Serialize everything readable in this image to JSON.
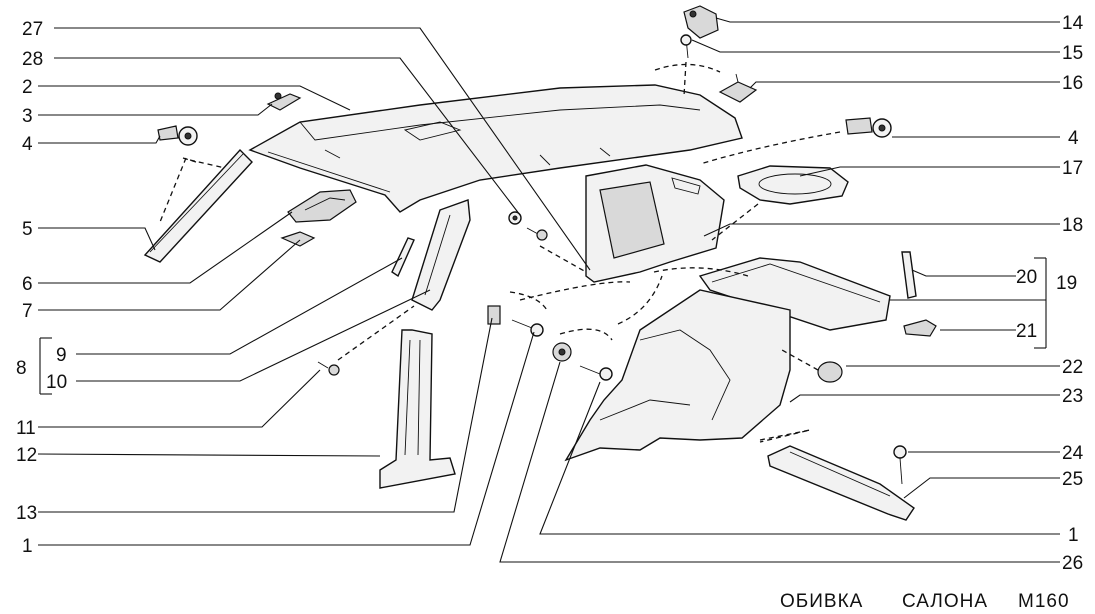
{
  "caption": {
    "title": "ОБИВКА",
    "subtitle": "САЛОНА",
    "code": "M160"
  },
  "callouts": {
    "c27": "27",
    "c28": "28",
    "c2": "2",
    "c3": "3",
    "c4l": "4",
    "c5": "5",
    "c6": "6",
    "c7": "7",
    "c8": "8",
    "c9": "9",
    "c10": "10",
    "c11": "11",
    "c12": "12",
    "c13": "13",
    "c1l": "1",
    "c14": "14",
    "c15": "15",
    "c16": "16",
    "c4r": "4",
    "c17": "17",
    "c18": "18",
    "c20": "20",
    "c19": "19",
    "c21": "21",
    "c22": "22",
    "c23": "23",
    "c24": "24",
    "c25": "25",
    "c1r": "1",
    "c26": "26"
  }
}
